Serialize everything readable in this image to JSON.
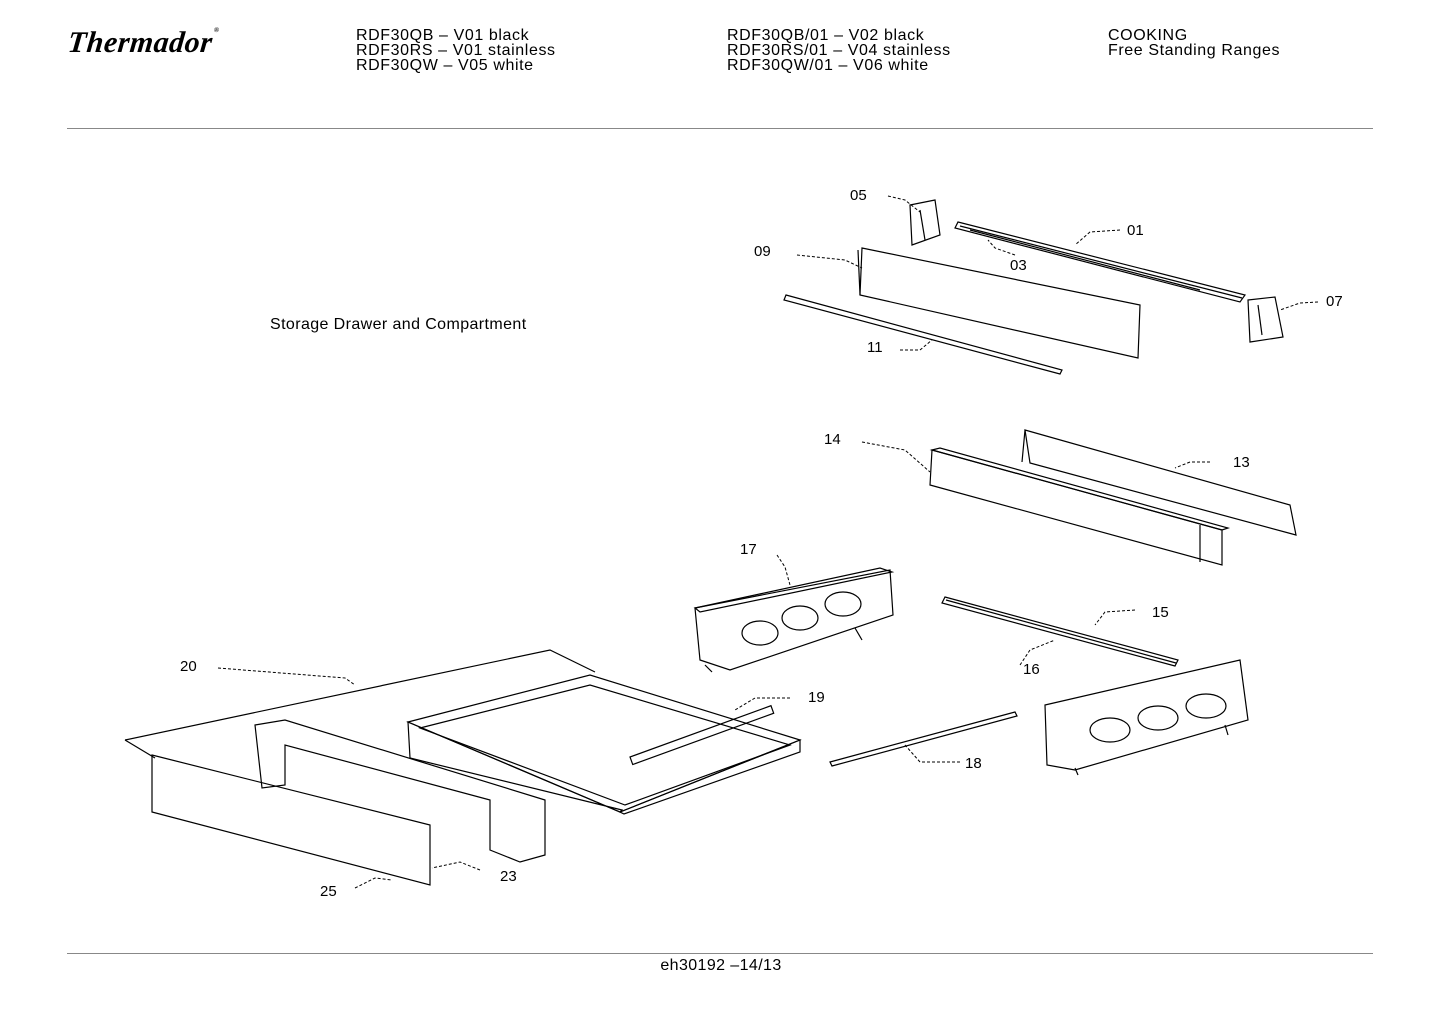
{
  "brand": {
    "name": "Thermador",
    "mark": "®"
  },
  "models": {
    "col1": [
      "RDF30QB – V01 black",
      "RDF30RS – V01 stainless",
      "RDF30QW – V05 white"
    ],
    "col2": [
      "RDF30QB/01 – V02 black",
      "RDF30RS/01 – V04 stainless",
      "RDF30QW/01 – V06 white"
    ],
    "col3": [
      "COOKING",
      "Free Standing Ranges"
    ]
  },
  "section_title": "Storage Drawer and Compartment",
  "part_labels": {
    "p01": "01",
    "p03": "03",
    "p05": "05",
    "p07": "07",
    "p09": "09",
    "p11": "11",
    "p13": "13",
    "p14": "14",
    "p15": "15",
    "p16": "16",
    "p17": "17",
    "p18": "18",
    "p19": "19",
    "p20": "20",
    "p23": "23",
    "p25": "25"
  },
  "footer": "eh30192 –14/13"
}
